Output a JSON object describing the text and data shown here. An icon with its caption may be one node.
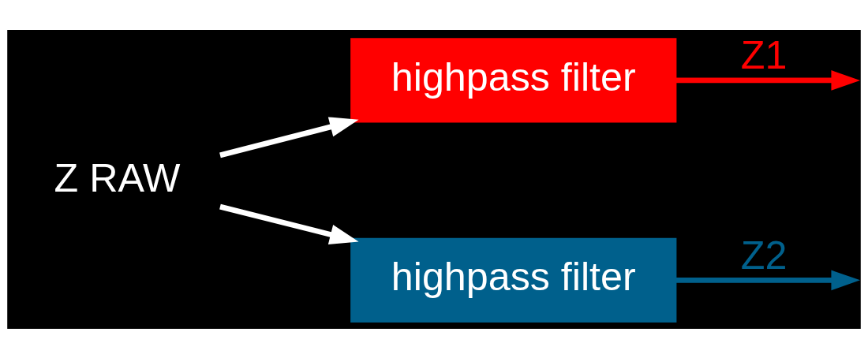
{
  "diagram": {
    "nodes": [
      {
        "text": [
          "Z RAW"
        ]
      },
      {
        "text": [
          "highpass filter"
        ]
      },
      {
        "text": [
          "highpass filter"
        ]
      }
    ],
    "edges": [
      {
        "from": 0,
        "to": 1,
        "arrow": "to"
      },
      {
        "from": 0,
        "to": 2,
        "arrow": "to"
      },
      {
        "from": 1,
        "to": null,
        "arrow": "to",
        "label": "Z1",
        "color": "#ff0000"
      },
      {
        "from": 2,
        "to": null,
        "arrow": "to",
        "label": "Z2",
        "color": "#00608c"
      }
    ]
  }
}
